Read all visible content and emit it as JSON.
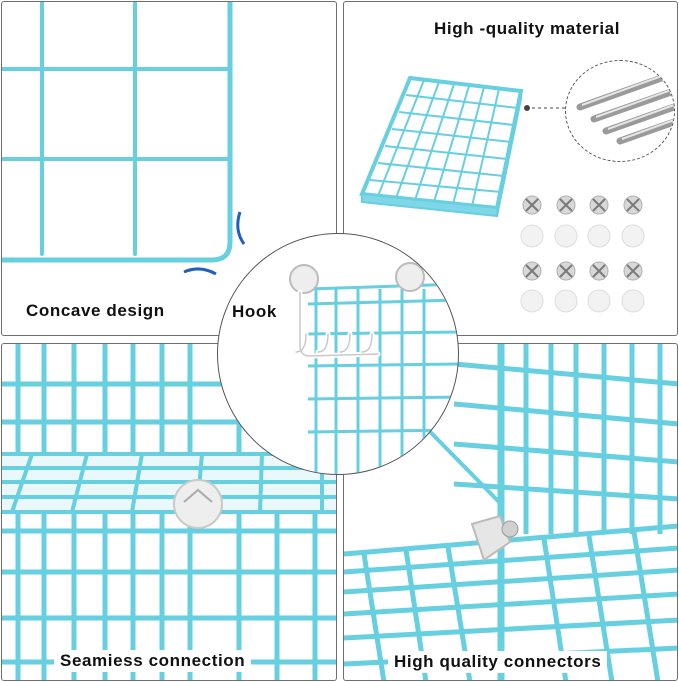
{
  "labels": {
    "concave": "Concave design",
    "material": "High -quality material",
    "seamless": "Seamiess connection",
    "connectors": "High quality connectors",
    "hook": "Hook"
  },
  "colors": {
    "wire": "#66cfe0",
    "wire_dark": "#3aaec4",
    "accent_blue": "#1f5fbf",
    "connector": "#dcdcdc",
    "border": "#6f6f6f"
  }
}
